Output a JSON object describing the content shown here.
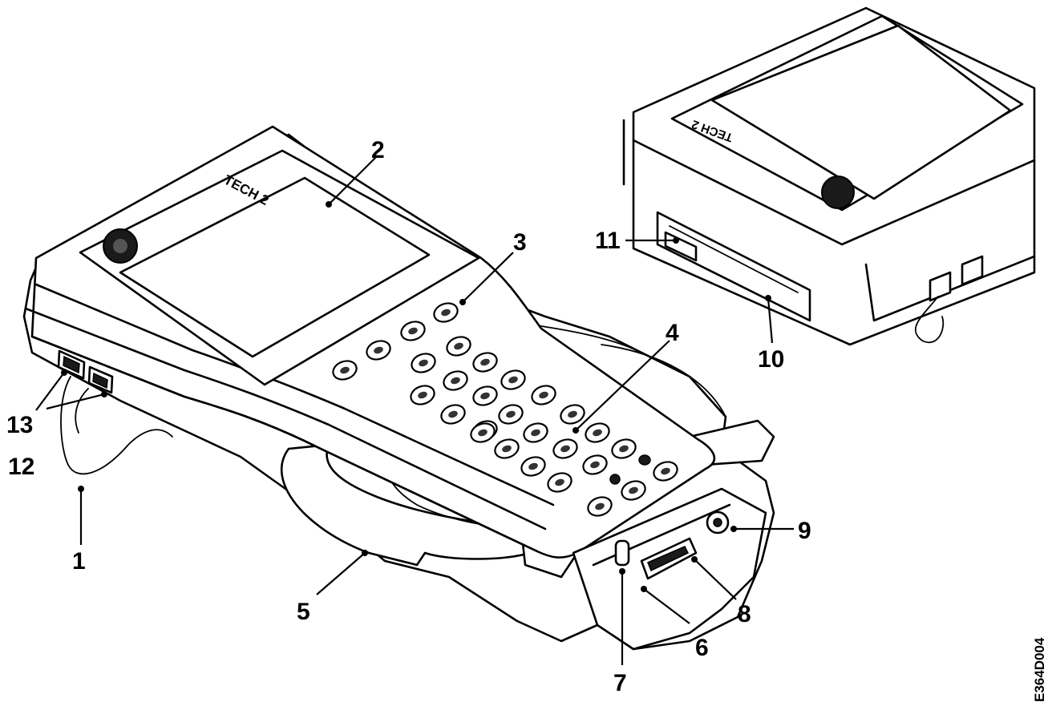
{
  "brand_main": "TECH 2",
  "brand_inset": "TECH 2",
  "image_code": "E364D004",
  "callouts": {
    "c1": "1",
    "c2": "2",
    "c3": "3",
    "c4": "4",
    "c5": "5",
    "c6": "6",
    "c7": "7",
    "c8": "8",
    "c9": "9",
    "c10": "10",
    "c11": "11",
    "c12": "12",
    "c13": "13"
  }
}
